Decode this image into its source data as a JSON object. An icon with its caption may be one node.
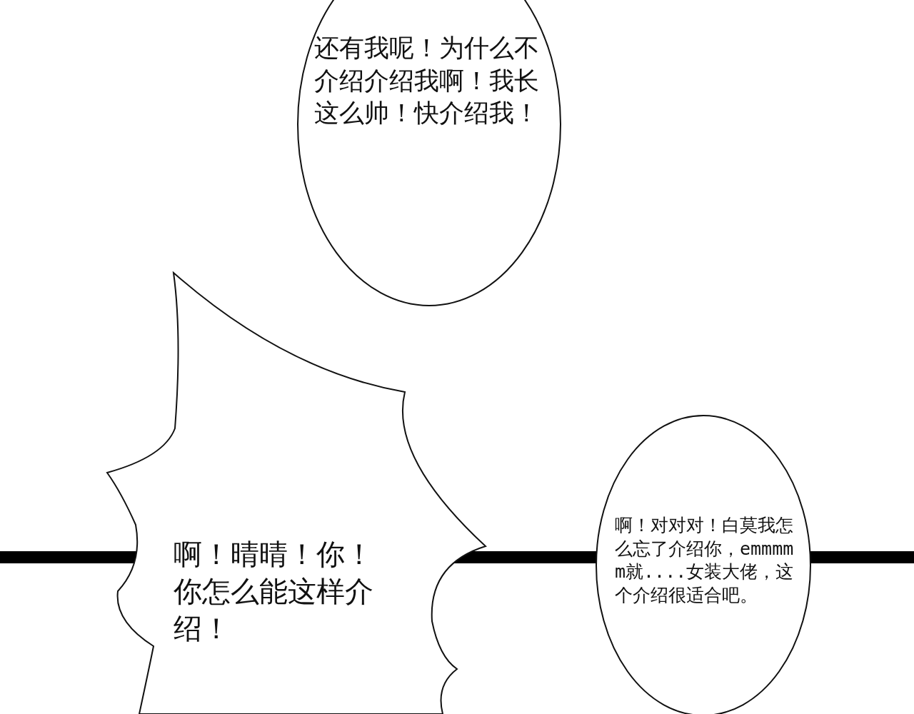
{
  "diagram": {
    "nodes": [
      {
        "text": [
          "还有我呢！为什么不介绍介绍我啊！我长这么帅！快介绍我！"
        ]
      },
      {
        "text": [
          "啊！晴晴！你！你怎么能这样介绍！"
        ]
      },
      {
        "text": [
          "啊！对对对！白莫我怎么忘了介绍你，emmmmm就....女装大佬，这个介绍很适合吧。"
        ]
      }
    ]
  }
}
